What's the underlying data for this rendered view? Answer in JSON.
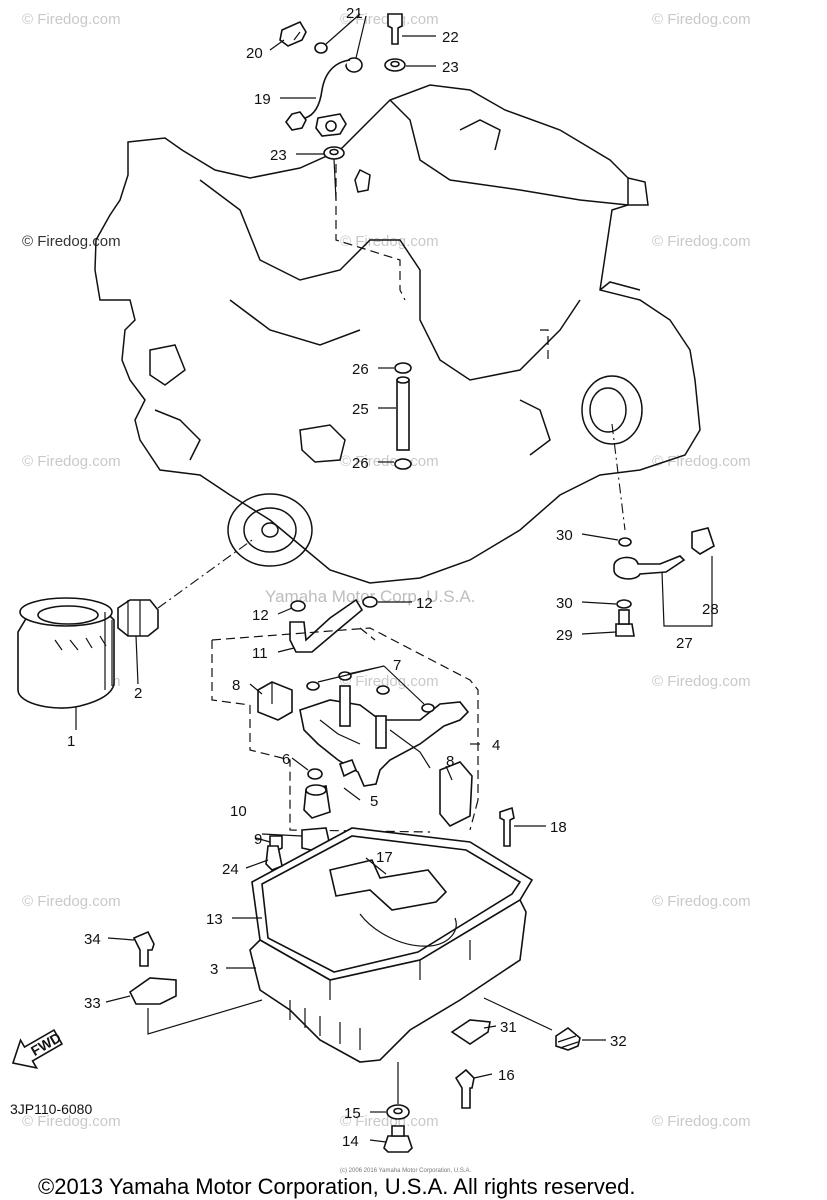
{
  "diagram_code": "3JP110-6080",
  "copyright": "©2013 Yamaha Motor Corporation, U.S.A. All rights reserved.",
  "watermark": "© Firedog.com",
  "center_watermark": "Yamaha Motor Corp, U.S.A.",
  "tiny_notice": "(c) 2006 2016 Yamaha Motor Corporation, U.S.A.",
  "fwd_label": "FWD",
  "callouts": {
    "p1": "1",
    "p2": "2",
    "p3": "3",
    "p4": "4",
    "p5": "5",
    "p6": "6",
    "p7": "7",
    "p8a": "8",
    "p8b": "8",
    "p9": "9",
    "p10": "10",
    "p11": "11",
    "p12a": "12",
    "p12b": "12",
    "p13": "13",
    "p14": "14",
    "p15": "15",
    "p16": "16",
    "p17": "17",
    "p18": "18",
    "p19": "19",
    "p20": "20",
    "p21": "21",
    "p22": "22",
    "p23a": "23",
    "p23b": "23",
    "p24": "24",
    "p25": "25",
    "p26a": "26",
    "p26b": "26",
    "p27": "27",
    "p28": "28",
    "p29": "29",
    "p30a": "30",
    "p30b": "30",
    "p31": "31",
    "p32": "32",
    "p33": "33",
    "p34": "34"
  }
}
